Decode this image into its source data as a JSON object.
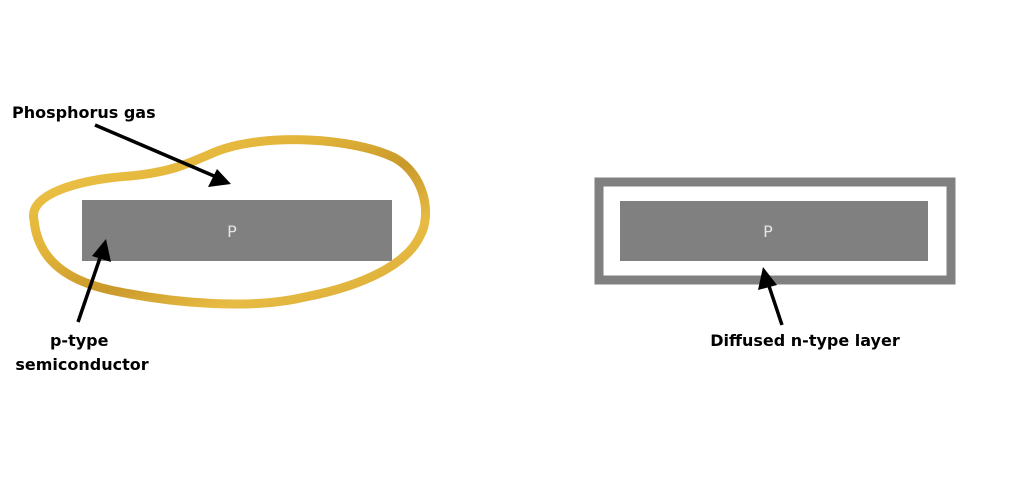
{
  "colors": {
    "background": "#ffffff",
    "semiconductor": "#808080",
    "gas_outline": "#e6b83a",
    "arrow": "#000000",
    "n_layer": "#808080"
  },
  "left_diagram": {
    "gas_label": "Phosphorus gas",
    "block_label": "P",
    "semiconductor_label_line1": "p-type",
    "semiconductor_label_line2": "semiconductor"
  },
  "right_diagram": {
    "block_label": "P",
    "layer_label": "Diffused n-type layer"
  }
}
